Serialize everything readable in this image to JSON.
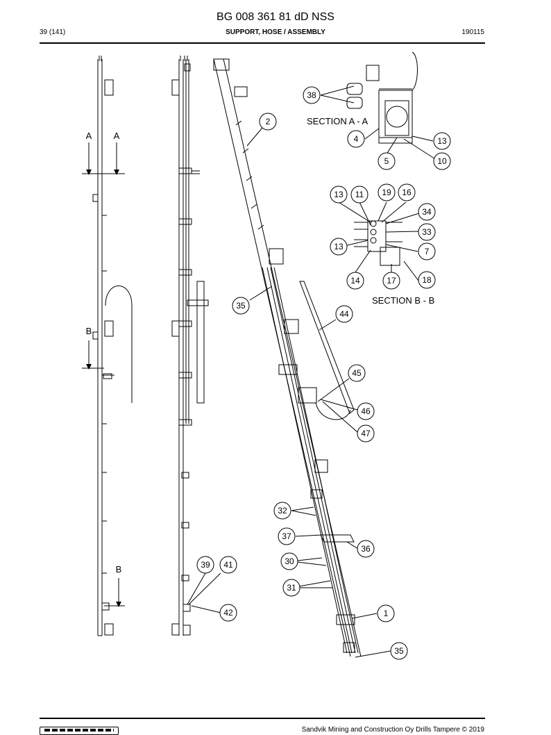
{
  "header": {
    "doc_id": "BG 008 361 81 dD NSS",
    "page": "39 (141)",
    "title": "SUPPORT, HOSE / ASSEMBLY",
    "date": "190115"
  },
  "footer": {
    "copyright": "Sandvik Mining and Construction Oy Drills Tampere © 2019"
  },
  "diagram": {
    "section_labels": {
      "a_left": "A",
      "a_right": "A",
      "b_top": "B",
      "b_bottom": "B",
      "section_aa": "SECTION A - A",
      "section_bb": "SECTION B - B"
    },
    "callouts": [
      "38",
      "2",
      "4",
      "13",
      "5",
      "10",
      "13",
      "11",
      "19",
      "16",
      "34",
      "33",
      "13",
      "7",
      "14",
      "17",
      "18",
      "35",
      "44",
      "45",
      "46",
      "47",
      "32",
      "37",
      "36",
      "30",
      "31",
      "39",
      "41",
      "42",
      "1",
      "35"
    ]
  }
}
